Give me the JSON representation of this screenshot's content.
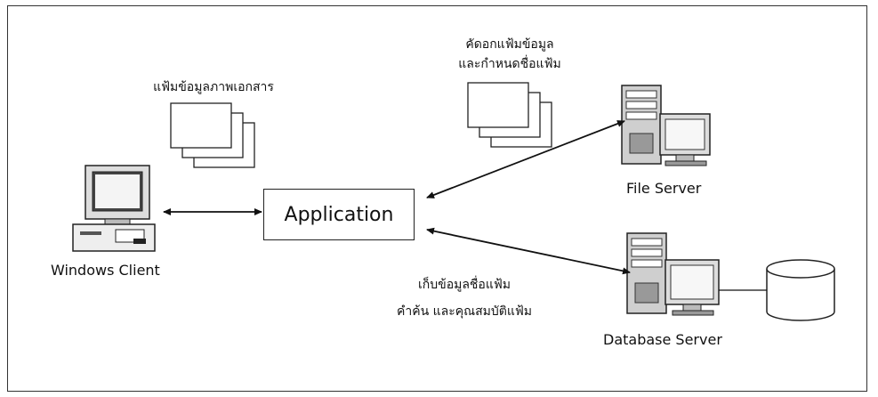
{
  "nodes": {
    "client": {
      "label": "Windows Client"
    },
    "application": {
      "label": "Application"
    },
    "file_server": {
      "label": "File Server"
    },
    "db_server": {
      "label": "Database Server"
    }
  },
  "annotations": {
    "image_files": "แฟ้มข้อมูลภาพเอกสาร",
    "copy_files_line1": "คัดอกแฟ้มข้อมูล",
    "copy_files_line2": "และกำหนดชื่อแฟ้ม",
    "store_line1": "เก็บข้อมูลชื่อแฟ้ม",
    "store_line2": "คำค้น และคุณสมบัติแฟ้ม"
  }
}
